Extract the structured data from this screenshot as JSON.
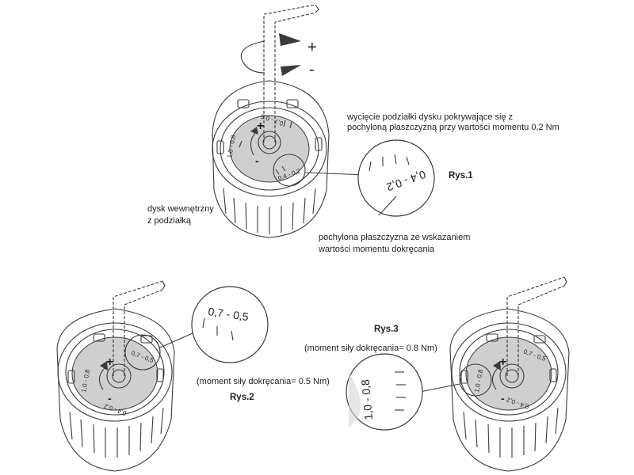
{
  "labels": {
    "notch_label_line1": "wycięcie podziałki dysku pokrywające się z",
    "notch_label_line2": "pochyloną płaszczyzną przy wartości momentu 0,2 Nm",
    "disk_label_line1": "dysk wewnętrzny",
    "disk_label_line2": "z podziałką",
    "plane_label_line1": "pochylona płaszczyzna ze wskazaniem",
    "plane_label_line2": "wartości momentu dokręcania",
    "fig1": "Rys.1",
    "fig2": "Rys.2",
    "fig3": "Rys.3",
    "fig2_torque": "(moment siły dokręcania= 0.5 Nm)",
    "fig3_torque": "(moment siły dokręcania= 0.8 Nm)"
  },
  "symbols": {
    "plus": "+",
    "minus": "-"
  },
  "scale_marks": {
    "m02": "0,4 - 0,2",
    "m05": "0,7 - 0,5",
    "m08": "1,0 - 0,8",
    "zoom1": "0,4 - 0,2",
    "zoom2": "0,7 - 0,5",
    "zoom3": "1,0 - 0,8"
  },
  "colors": {
    "ink": "#3a3a3a",
    "disk_fill": "#cfcfcf",
    "body_fill": "#ffffff"
  }
}
